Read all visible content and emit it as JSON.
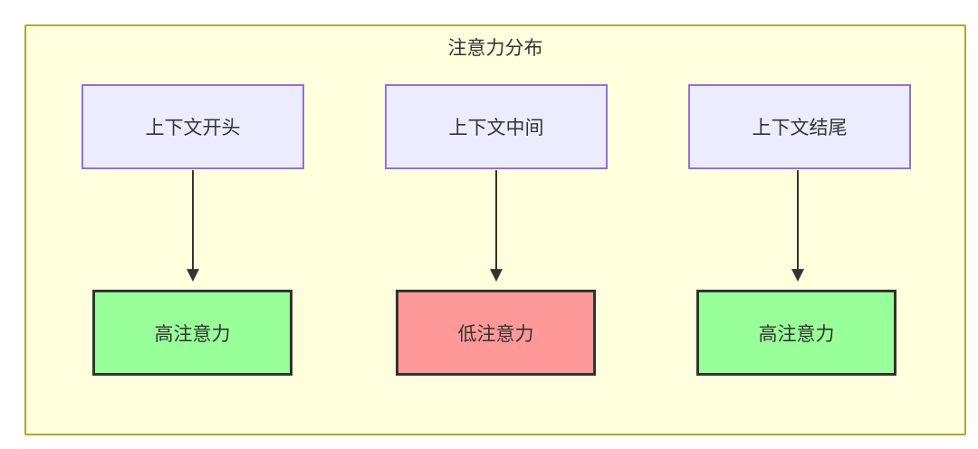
{
  "diagram": {
    "title": "注意力分布",
    "columns": [
      {
        "source": "上下文开头",
        "target": "高注意力",
        "target_level": "high"
      },
      {
        "source": "上下文中间",
        "target": "低注意力",
        "target_level": "low"
      },
      {
        "source": "上下文结尾",
        "target": "高注意力",
        "target_level": "high"
      }
    ],
    "colors": {
      "container_bg": "#ffffde",
      "container_border": "#aaaa33",
      "source_bg": "#ececff",
      "source_border": "#9370db",
      "high_bg": "#99ff99",
      "low_bg": "#ff9999",
      "result_border": "#333333",
      "arrow": "#333333",
      "text": "#333333"
    }
  }
}
